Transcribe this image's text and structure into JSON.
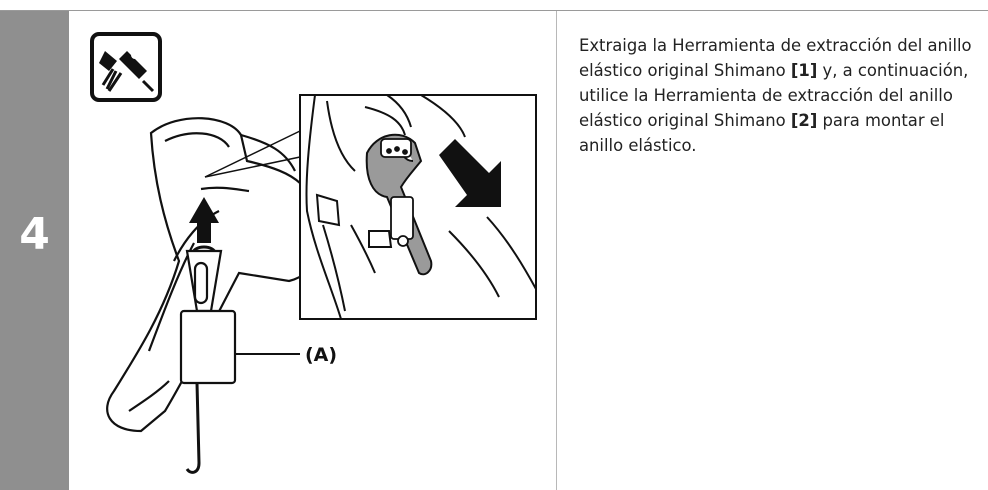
{
  "step": {
    "number": "4"
  },
  "instruction": {
    "part1": "Extraiga la Herramienta de extracción del anillo elástico original Shimano ",
    "ref1": "[1]",
    "part2": " y, a continuación, utilice la Herramienta de extracción del anillo elástico original Shimano ",
    "ref2": "[2]",
    "part3": " para montar el anillo elástico."
  },
  "callouts": {
    "a": "(A)"
  },
  "icons": {
    "tool_icon": "snap-ring-tool-icon"
  },
  "colors": {
    "step_bar": "#8f8f8f",
    "rule": "#9a9a9a",
    "text": "#222222",
    "arrow": "#111111"
  }
}
